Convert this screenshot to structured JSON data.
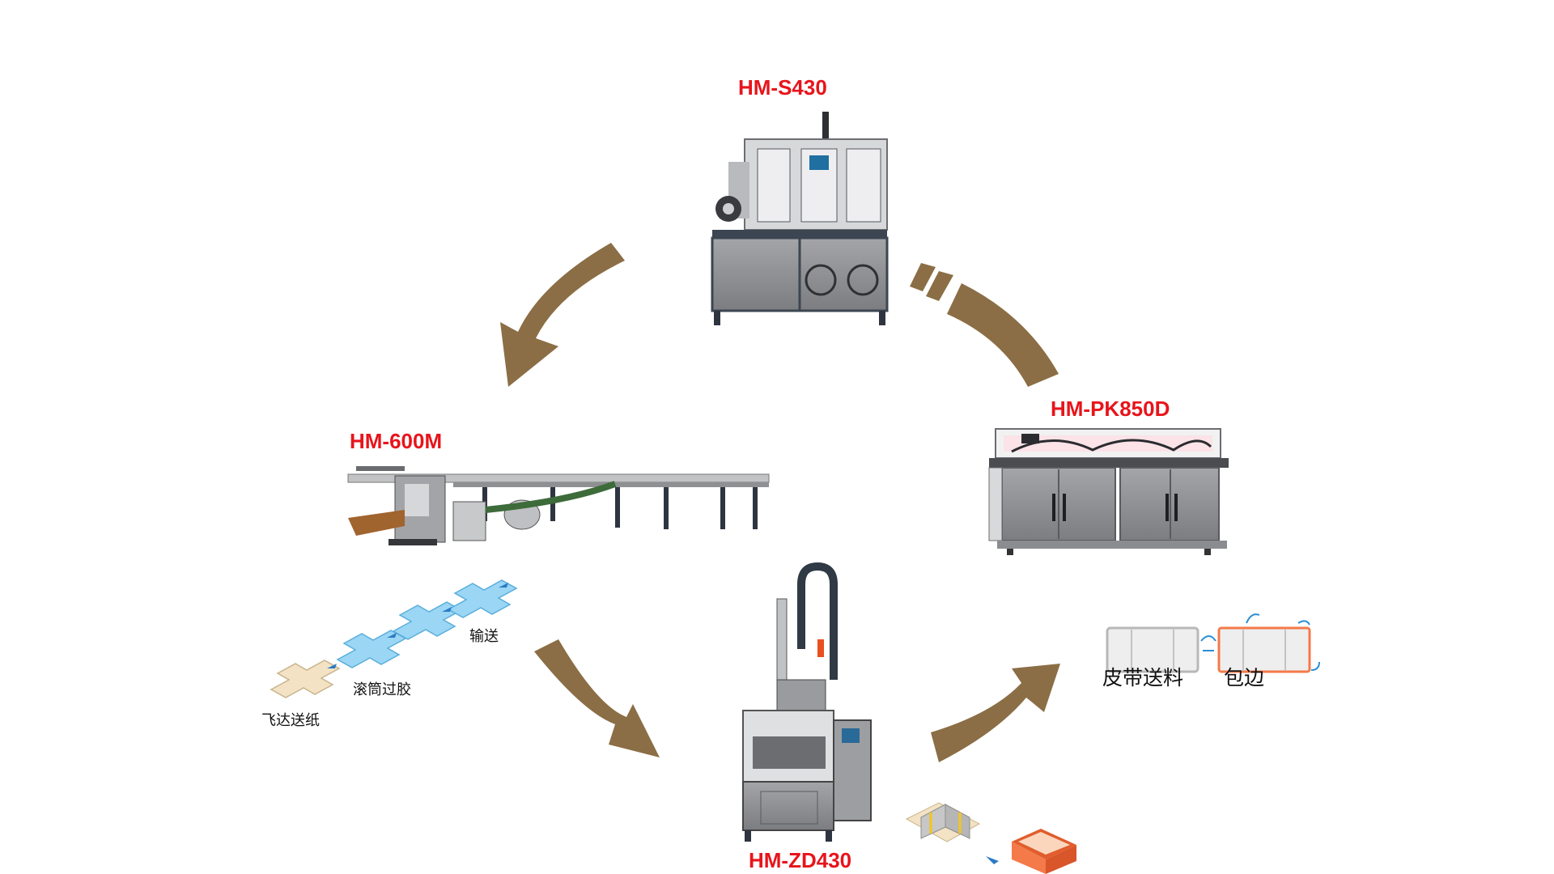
{
  "diagram": {
    "machines": {
      "s430": "HM-S430",
      "m600": "HM-600M",
      "pk850d": "HM-PK850D",
      "zd430": "HM-ZD430"
    },
    "steps": {
      "feeder": "飞达送纸",
      "roller_glue": "滚筒过胶",
      "convey": "输送",
      "belt_feed": "皮带送料",
      "wrap_edge": "包边"
    },
    "colors": {
      "arrow": "#8b6e45",
      "model_label": "#e8141b",
      "blank": "#9bd6f5",
      "kraft_blank": "#f3e2c3",
      "box_orange": "#f47a4a"
    }
  }
}
